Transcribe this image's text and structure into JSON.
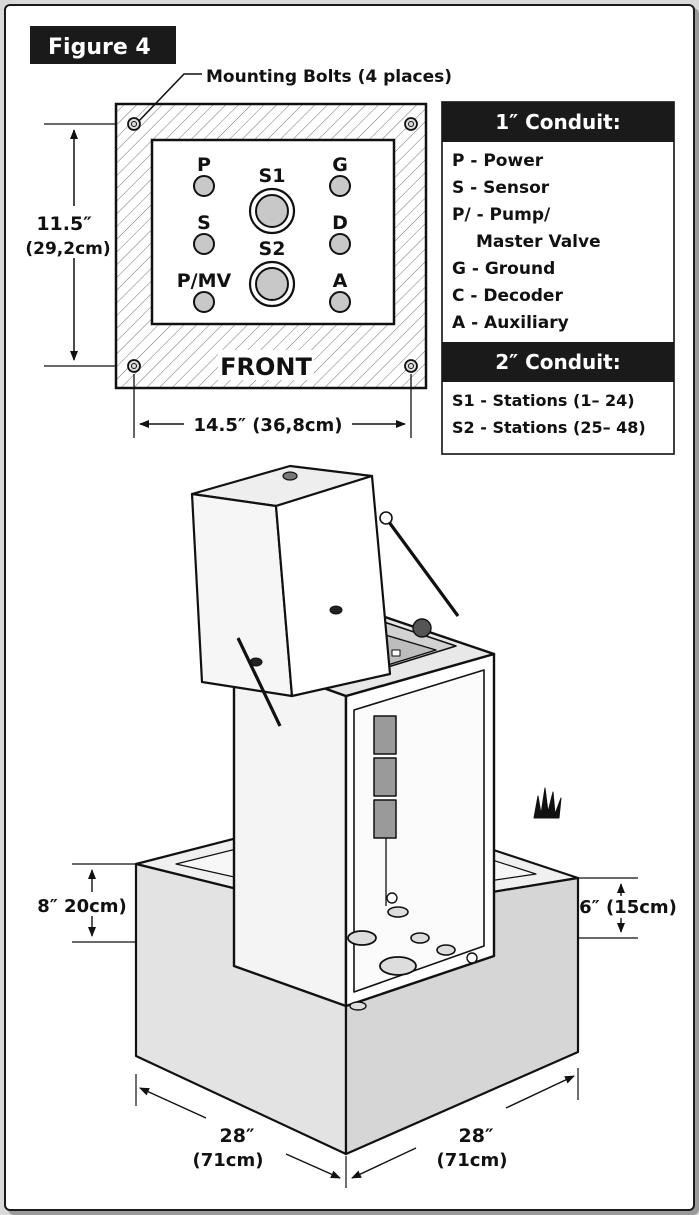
{
  "figure_label": "Figure 4",
  "callout": "Mounting Bolts (4 places)",
  "top_view": {
    "ports_left": [
      "P",
      "S",
      "P/MV"
    ],
    "ports_center": [
      "S1",
      "S2"
    ],
    "ports_right": [
      "G",
      "D",
      "A"
    ],
    "front_label": "FRONT",
    "height_dim": "11.5″",
    "height_dim_metric": "(29,2cm)",
    "width_dim": "14.5″ (36,8cm)"
  },
  "legend": {
    "conduit1_title": "1″ Conduit:",
    "conduit1_items": [
      "P - Power",
      "S - Sensor",
      "P/ - Pump/",
      "Master Valve",
      "G - Ground",
      "C - Decoder",
      "A - Auxiliary"
    ],
    "conduit2_title": "2″ Conduit:",
    "conduit2_items": [
      "S1 - Stations (1– 24)",
      "S2 - Stations (25– 48)"
    ]
  },
  "base_dims": {
    "left_height": "8″ 20cm)",
    "right_height": "6″ (15cm)",
    "left_width": "28″",
    "left_width_metric": "(71cm)",
    "right_width": "28″",
    "right_width_metric": "(71cm)"
  },
  "colors": {
    "ink": "#111111",
    "header_bg": "#1a1a1a",
    "panel_gray": "#c8c8c8",
    "concrete": "#e9e9e9"
  }
}
